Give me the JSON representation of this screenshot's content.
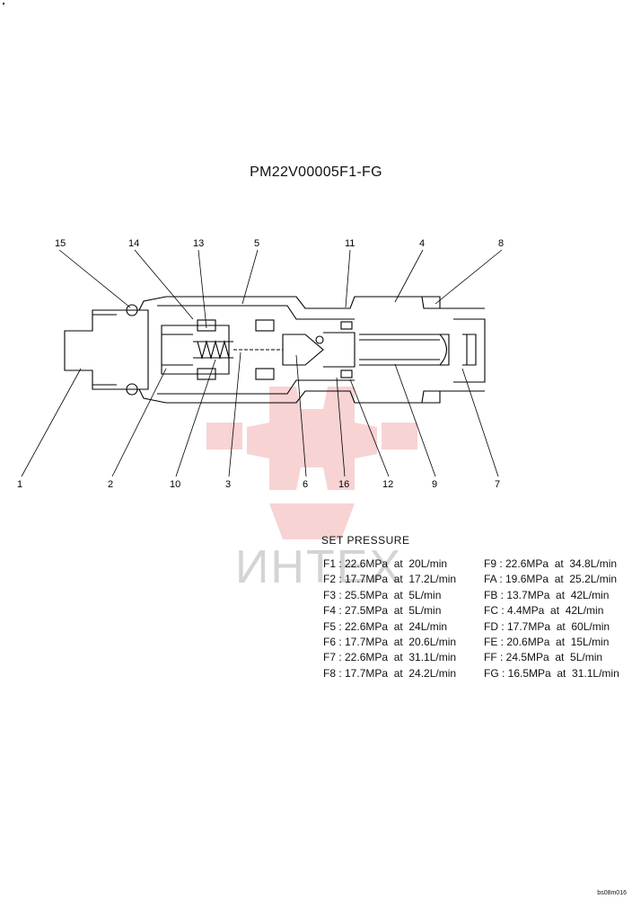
{
  "title": "PM22V00005F1-FG",
  "watermark": {
    "text": "ИНТЕХ",
    "color": "#d4d4d4",
    "logo_color": "#f2a0a0"
  },
  "part_labels": [
    "15",
    "14",
    "13",
    "5",
    "11",
    "4",
    "8",
    "1",
    "2",
    "10",
    "3",
    "6",
    "16",
    "12",
    "9",
    "7"
  ],
  "set_pressure": {
    "heading": "SET PRESSURE",
    "left": [
      "F1 : 22.6MPa  at  20L/min",
      "F2 : 17.7MPa  at  17.2L/min",
      "F3 : 25.5MPa  at  5L/min",
      "F4 : 27.5MPa  at  5L/min",
      "F5 : 22.6MPa  at  24L/min",
      "F6 : 17.7MPa  at  20.6L/min",
      "F7 : 22.6MPa  at  31.1L/min",
      "F8 : 17.7MPa  at  24.2L/min"
    ],
    "right": [
      "F9 : 22.6MPa  at  34.8L/min",
      "FA : 19.6MPa  at  25.2L/min",
      "FB : 13.7MPa  at  42L/min",
      "FC : 4.4MPa  at  42L/min",
      "FD : 17.7MPa  at  60L/min",
      "FE : 20.6MPa  at  15L/min",
      "FF : 24.5MPa  at  5L/min",
      "FG : 16.5MPa  at  31.1L/min"
    ]
  },
  "footer": "bs08m016"
}
